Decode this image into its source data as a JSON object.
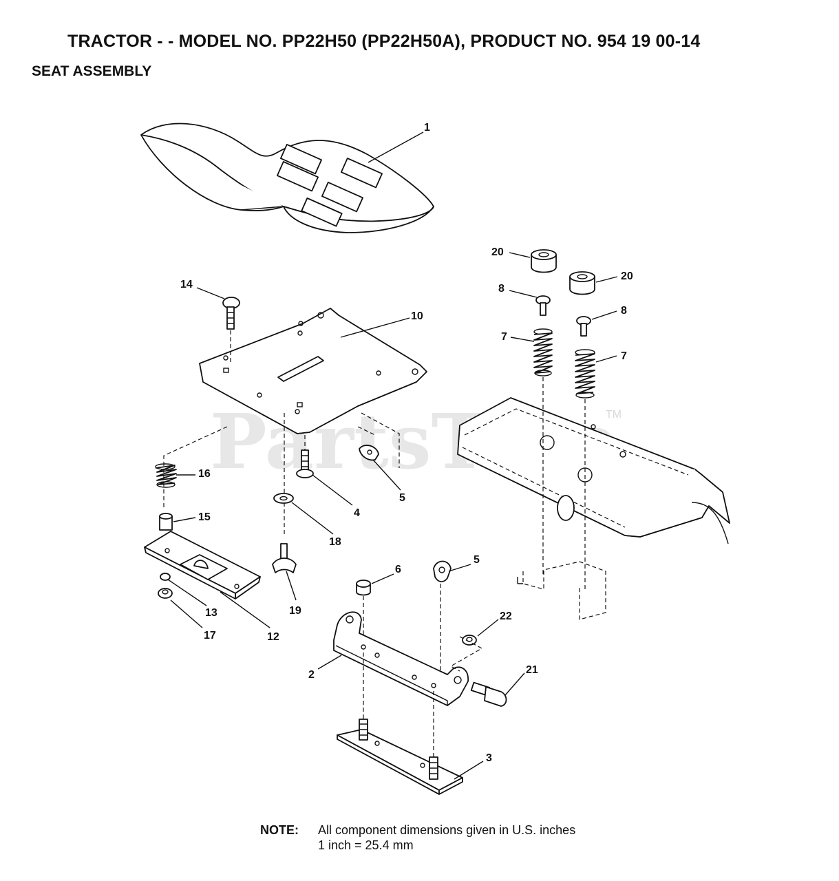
{
  "header": {
    "title": "TRACTOR - - MODEL NO. PP22H50 (PP22H50A), PRODUCT NO. 954 19 00-14",
    "subtitle": "SEAT ASSEMBLY"
  },
  "watermark": {
    "text": "PartsTree",
    "trademark": "TM"
  },
  "callouts": {
    "c1": "1",
    "c2": "2",
    "c3": "3",
    "c4": "4",
    "c5a": "5",
    "c5b": "5",
    "c6": "6",
    "c7a": "7",
    "c7b": "7",
    "c8a": "8",
    "c8b": "8",
    "c10": "10",
    "c12": "12",
    "c13": "13",
    "c14": "14",
    "c15": "15",
    "c16": "16",
    "c17": "17",
    "c18": "18",
    "c19": "19",
    "c20a": "20",
    "c20b": "20",
    "c21": "21",
    "c22": "22"
  },
  "note": {
    "label": "NOTE:",
    "line1": "All component dimensions given in U.S. inches",
    "line2": "1 inch = 25.4 mm"
  }
}
